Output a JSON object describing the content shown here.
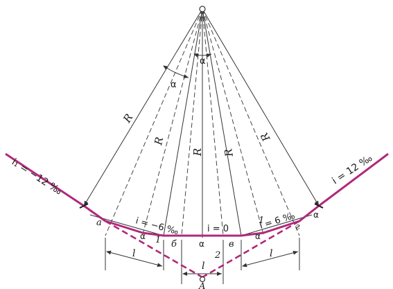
{
  "colors": {
    "profile": "#b0287a",
    "lines": "#333333",
    "background": "#ffffff"
  },
  "labels": {
    "radius": "R",
    "angle": "α",
    "grade_left": "i₁ = −12 ‰",
    "grade_right": "i = 12 ‰",
    "grade_minus6": "i = −6 ‰",
    "grade_zero": "i = 0",
    "grade_plus6": "i = 6 ‰",
    "point_a": "a",
    "point_b": "б",
    "point_v": "в",
    "point_g": "г",
    "point_A": "A",
    "segment_l": "l",
    "num_1": "1",
    "num_2": "2"
  }
}
